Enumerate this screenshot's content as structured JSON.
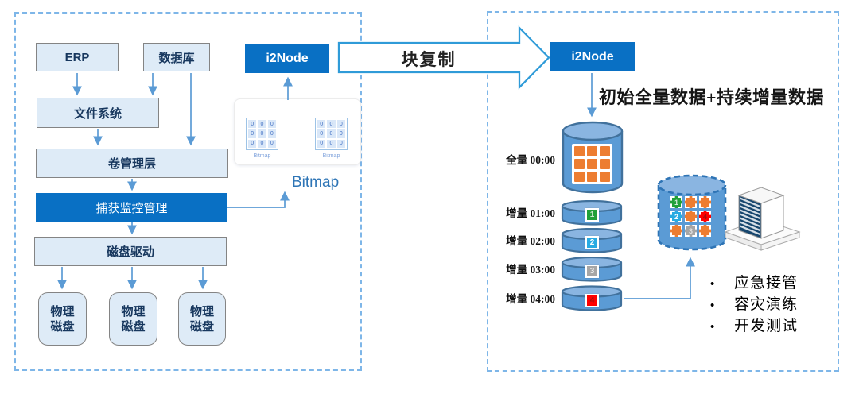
{
  "left_panel": {
    "nodes": {
      "erp": "ERP",
      "database": "数据库",
      "file_system": "文件系统",
      "volume_layer": "卷管理层",
      "capture": "捕获监控管理",
      "disk_driver": "磁盘驱动",
      "physical_disks": [
        "物理磁盘",
        "物理磁盘",
        "物理磁盘"
      ]
    },
    "i2node_label": "i2Node",
    "bitmap_callout": "Bitmap",
    "bitmap_grids": [
      {
        "label": "Bitmap",
        "cells": [
          "0",
          "0",
          "0",
          "0",
          "0",
          "0",
          "0",
          "0",
          "0"
        ]
      },
      {
        "label": "Bitmap",
        "cells": [
          "0",
          "0",
          "0",
          "0",
          "0",
          "0",
          "0",
          "0",
          "0"
        ]
      }
    ]
  },
  "flow": {
    "big_arrow_label": "块复制"
  },
  "right_panel": {
    "i2node_label": "i2Node",
    "caption": "初始全量数据+持续增量数据",
    "full_store": {
      "label": "全量 00:00"
    },
    "full_grid": [
      {
        "color": "#ED7D31"
      },
      {
        "color": "#ED7D31"
      },
      {
        "color": "#ED7D31"
      },
      {
        "color": "#ED7D31"
      },
      {
        "color": "#ED7D31"
      },
      {
        "color": "#ED7D31"
      },
      {
        "color": "#ED7D31"
      },
      {
        "color": "#ED7D31"
      },
      {
        "color": "#ED7D31"
      }
    ],
    "increments": [
      {
        "label": "增量 01:00",
        "digit": "1",
        "color": "#21A038",
        "digit_color": "rgba(255,255,255,0.75)"
      },
      {
        "label": "增量 02:00",
        "digit": "2",
        "color": "#29ABE2",
        "digit_color": "#FFFFFF"
      },
      {
        "label": "增量 03:00",
        "digit": "3",
        "color": "#A6A6A6",
        "digit_color": "#EDEDED"
      },
      {
        "label": "增量 04:00",
        "digit": "4",
        "color": "#FF0000",
        "digit_color": "#A50D0D"
      }
    ],
    "replica_cells": [
      {
        "color": "#21A038",
        "label": "1",
        "label_color": "rgba(255,255,255,0.8)"
      },
      {
        "color": "#ED7D31",
        "label": ""
      },
      {
        "color": "#ED7D31",
        "label": ""
      },
      {
        "color": "#29ABE2",
        "label": "2",
        "label_color": "#FFFFFF"
      },
      {
        "color": "#ED7D31",
        "label": ""
      },
      {
        "color": "#FF0000",
        "label": "4",
        "label_color": "#A50D0D"
      },
      {
        "color": "#ED7D31",
        "label": ""
      },
      {
        "color": "#A6A6A6",
        "label": "3",
        "label_color": "#E0E0E0"
      },
      {
        "color": "#ED7D31",
        "label": ""
      }
    ],
    "bullet_glyph": "•",
    "bullets": [
      "应急接管",
      "容灾演练",
      "开发测试"
    ]
  },
  "colors": {
    "accent_blue": "#0970C4",
    "node_fill": "#DEEBF7",
    "cylinder_blue": "#5B9BD5",
    "cylinder_stroke": "#41719C",
    "orange": "#ED7D31",
    "green": "#21A038",
    "cyan": "#29ABE2",
    "gray": "#A6A6A6",
    "red": "#FF0000",
    "dashed_border": "#7EB6E8",
    "arrow_blue": "#5B9BD5",
    "big_arrow_stroke": "#2F9BD8",
    "bitmap_text": "#2E75B6"
  }
}
